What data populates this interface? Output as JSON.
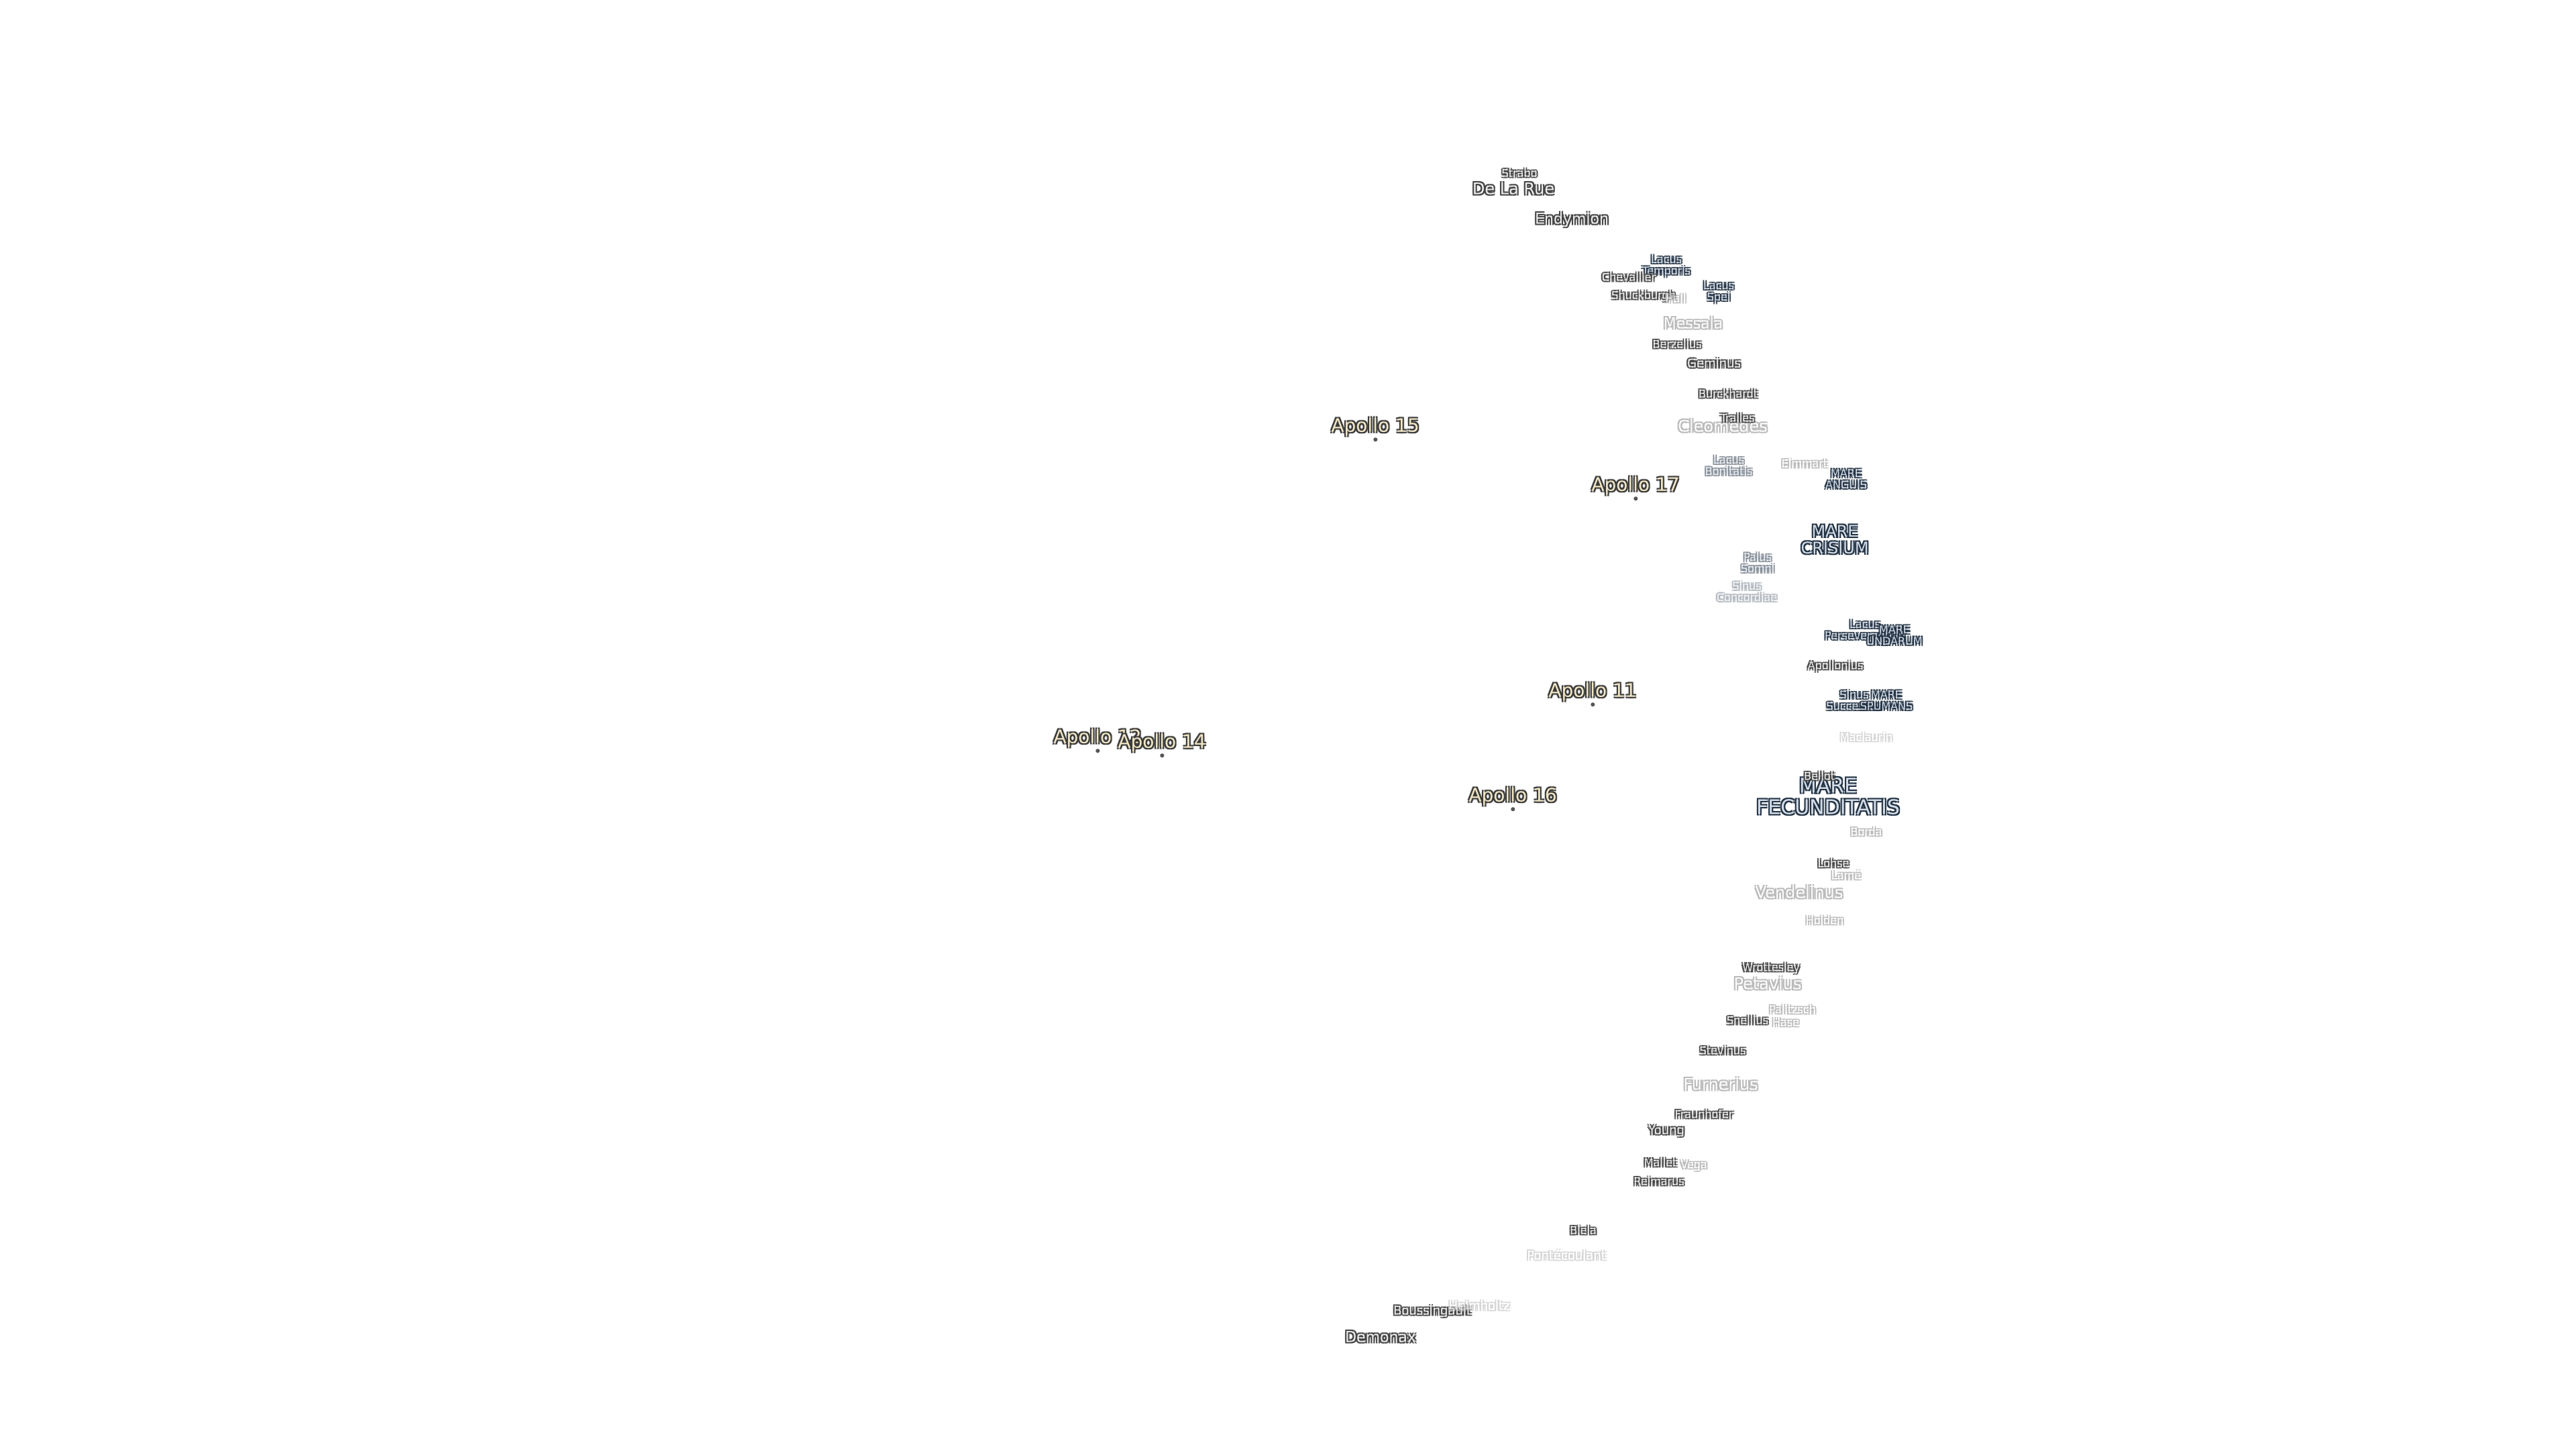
{
  "labels": [
    {
      "id": "strabo",
      "text": "Strabo",
      "kind": "crater"
    },
    {
      "id": "de-la-rue",
      "text": "De La Rue",
      "kind": "crater"
    },
    {
      "id": "endymion",
      "text": "Endymion",
      "kind": "crater"
    },
    {
      "id": "lacus-temporis",
      "text": "Lacus\nTemporis",
      "kind": "mare"
    },
    {
      "id": "chevallier",
      "text": "Chevallier",
      "kind": "crater"
    },
    {
      "id": "shuckburgh",
      "text": "Shuckburgh",
      "kind": "crater"
    },
    {
      "id": "hall",
      "text": "Hall",
      "kind": "crater"
    },
    {
      "id": "lacus-spei",
      "text": "Lacus\nSpei",
      "kind": "mare"
    },
    {
      "id": "messala",
      "text": "Messala",
      "kind": "crater"
    },
    {
      "id": "berzelius",
      "text": "Berzelius",
      "kind": "crater"
    },
    {
      "id": "geminus",
      "text": "Geminus",
      "kind": "crater"
    },
    {
      "id": "burckhardt",
      "text": "Burckhardt",
      "kind": "crater"
    },
    {
      "id": "cleomedes",
      "text": "Cleomedes",
      "kind": "crater"
    },
    {
      "id": "tralles",
      "text": "Tralles",
      "kind": "crater"
    },
    {
      "id": "lacus-bonitatis",
      "text": "Lacus\nBonitatis",
      "kind": "mare"
    },
    {
      "id": "eimmart",
      "text": "Eimmart",
      "kind": "crater"
    },
    {
      "id": "mare-anguis",
      "text": "MARE\nANGUIS",
      "kind": "mare"
    },
    {
      "id": "mare-crisium",
      "text": "MARE\nCRISIUM",
      "kind": "mare"
    },
    {
      "id": "palus-somni",
      "text": "Palus\nSomni",
      "kind": "mare"
    },
    {
      "id": "sinus-concordiae",
      "text": "Sinus\nConcordiae",
      "kind": "mare"
    },
    {
      "id": "lacus-perseverantiae",
      "text": "Lacus\nPerseverantiae",
      "kind": "mare"
    },
    {
      "id": "mare-undarum",
      "text": "MARE\nUNDARUM",
      "kind": "mare"
    },
    {
      "id": "apollonius",
      "text": "Apollonius",
      "kind": "crater"
    },
    {
      "id": "sinus-successus",
      "text": "Sinus\nSuccessus",
      "kind": "mare"
    },
    {
      "id": "mare-spumans",
      "text": "MARE\nSPUMANS",
      "kind": "mare"
    },
    {
      "id": "maclaurin",
      "text": "Maclaurin",
      "kind": "crater"
    },
    {
      "id": "mare-fecunditatis",
      "text": "MARE\nFECUNDITATIS",
      "kind": "mare"
    },
    {
      "id": "bellot",
      "text": "Bellot",
      "kind": "crater"
    },
    {
      "id": "borda",
      "text": "Borda",
      "kind": "crater"
    },
    {
      "id": "lohse",
      "text": "Lohse",
      "kind": "crater"
    },
    {
      "id": "lame",
      "text": "Lamé",
      "kind": "crater"
    },
    {
      "id": "vendelinus",
      "text": "Vendelinus",
      "kind": "crater"
    },
    {
      "id": "holden",
      "text": "Holden",
      "kind": "crater"
    },
    {
      "id": "wrottesley",
      "text": "Wrottesley",
      "kind": "crater"
    },
    {
      "id": "petavius",
      "text": "Petavius",
      "kind": "crater"
    },
    {
      "id": "palitzsch",
      "text": "Palitzsch",
      "kind": "crater"
    },
    {
      "id": "snellius",
      "text": "Snellius",
      "kind": "crater"
    },
    {
      "id": "hase",
      "text": "Hase",
      "kind": "crater"
    },
    {
      "id": "stevinus",
      "text": "Stevinus",
      "kind": "crater"
    },
    {
      "id": "furnerius",
      "text": "Furnerius",
      "kind": "crater"
    },
    {
      "id": "fraunhofer",
      "text": "Fraunhofer",
      "kind": "crater"
    },
    {
      "id": "young",
      "text": "Young",
      "kind": "crater"
    },
    {
      "id": "mallet",
      "text": "Mallet",
      "kind": "crater"
    },
    {
      "id": "vega",
      "text": "Vega",
      "kind": "crater"
    },
    {
      "id": "reimarus",
      "text": "Reimarus",
      "kind": "crater"
    },
    {
      "id": "biela",
      "text": "Biela",
      "kind": "crater"
    },
    {
      "id": "pontecoulant",
      "text": "Pontécoulant",
      "kind": "crater"
    },
    {
      "id": "boussingault",
      "text": "Boussingault",
      "kind": "crater"
    },
    {
      "id": "helmholtz",
      "text": "Helmholtz",
      "kind": "crater"
    },
    {
      "id": "demonax",
      "text": "Demonax",
      "kind": "crater"
    },
    {
      "id": "apollo-15",
      "text": "Apollo 15",
      "kind": "apollo"
    },
    {
      "id": "apollo-17",
      "text": "Apollo 17",
      "kind": "apollo"
    },
    {
      "id": "apollo-11",
      "text": "Apollo 11",
      "kind": "apollo"
    },
    {
      "id": "apollo-12",
      "text": "Apollo 12",
      "kind": "apollo"
    },
    {
      "id": "apollo-14",
      "text": "Apollo 14",
      "kind": "apollo"
    },
    {
      "id": "apollo-16",
      "text": "Apollo 16",
      "kind": "apollo"
    }
  ]
}
